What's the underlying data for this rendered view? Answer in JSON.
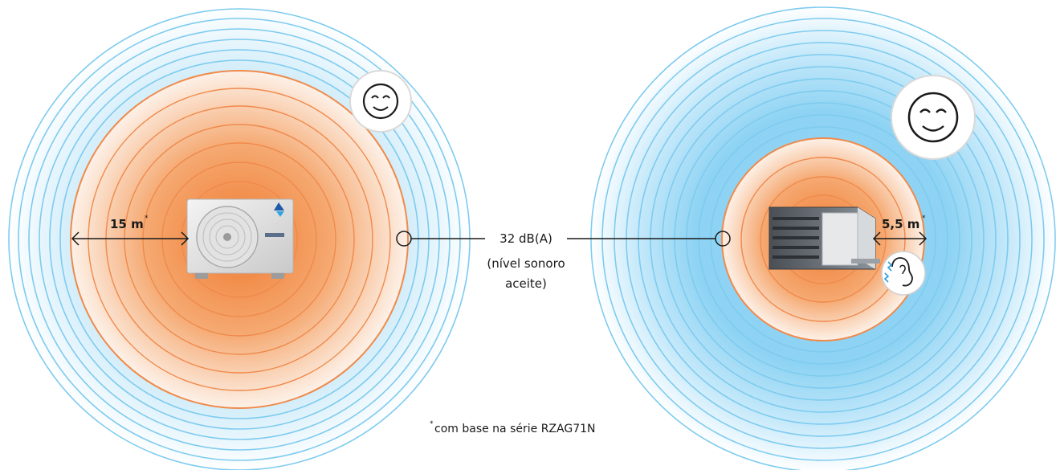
{
  "labels": {
    "left_distance": "15 m",
    "right_distance": "5,5 m",
    "asterisk": "*",
    "sound_level": "32 dB(A)",
    "sound_desc_line1": "(nível sonoro",
    "sound_desc_line2": "aceite)",
    "footnote_mark": "*",
    "footnote": "com base na série RZAG71N"
  },
  "icons": {
    "left_face": "calm-face-icon",
    "right_face": "calm-face-icon",
    "ear": "ear-noise-icon",
    "left_unit": "split-outdoor-unit-icon",
    "right_unit": "ducted-outdoor-unit-icon"
  },
  "colors": {
    "orange_ring": "#f08a4b",
    "orange_core": "#f07a30",
    "blue_ring": "#7ecbef",
    "blue_fill": "#9fdaf5",
    "line": "#222222"
  }
}
